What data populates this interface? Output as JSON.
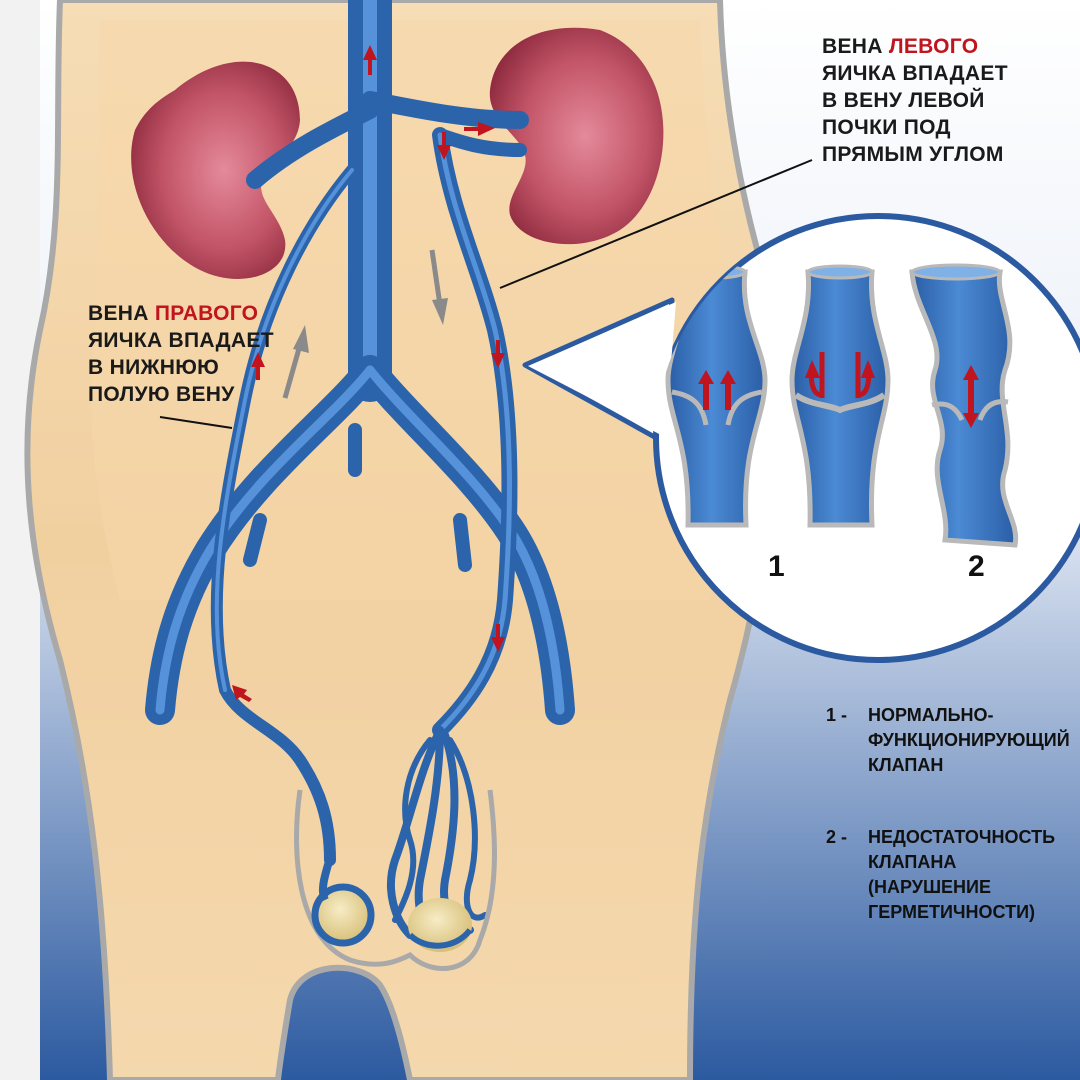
{
  "labels": {
    "left_vein": {
      "pre": "ВЕНА ",
      "highlight": "ЛЕВОГО",
      "lines": [
        "ЯИЧКА ВПАДАЕТ",
        "В ВЕНУ ЛЕВОЙ",
        "ПОЧКИ ПОД",
        "ПРЯМЫМ УГЛОМ"
      ]
    },
    "right_vein": {
      "pre": "ВЕНА ",
      "highlight": "ПРАВОГО",
      "lines": [
        "ЯИЧКА ВПАДАЕТ",
        "В НИЖНЮЮ",
        "ПОЛУЮ ВЕНУ"
      ]
    }
  },
  "valve_numbers": [
    "1",
    "2"
  ],
  "legend": [
    {
      "key": "1 -",
      "lines": [
        "НОРМАЛЬНО-",
        "ФУНКЦИОНИРУЮЩИЙ",
        "КЛАПАН"
      ]
    },
    {
      "key": "2 -",
      "lines": [
        "НЕДОСТАТОЧНОСТЬ",
        "КЛАПАНА",
        "(НАРУШЕНИЕ",
        "ГЕРМЕТИЧНОСТИ)"
      ]
    }
  ],
  "colors": {
    "skin": "#f3d4a6",
    "vein": "#2f6cb3",
    "vein_light": "#4f8fd6",
    "kidney": "#b5475c",
    "arrow_red": "#c0141f",
    "arrow_gray": "#8a8a8a",
    "background_blue": "#2c5aa0"
  }
}
